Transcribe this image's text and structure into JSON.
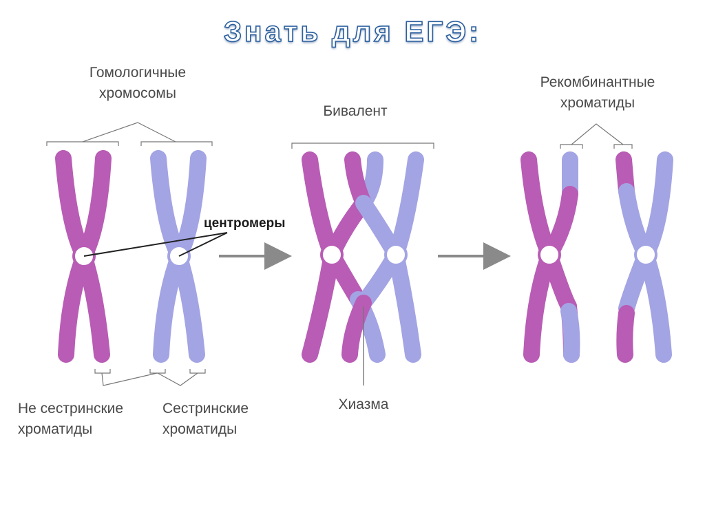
{
  "title": "Знать для ЕГЭ:",
  "labels": {
    "homologous_line1": "Гомологичные",
    "homologous_line2": "хромосомы",
    "centromeres": "центромеры",
    "bivalent": "Бивалент",
    "recombinant_line1": "Рекомбинантные",
    "recombinant_line2": "хроматиды",
    "non_sister_line1": "Не сестринские",
    "non_sister_line2": "хроматиды",
    "sister_line1": "Сестринские",
    "sister_line2": "хроматиды",
    "chiasma": "Хиазма"
  },
  "colors": {
    "magenta": "#b95cb5",
    "lavender": "#a3a4e4",
    "arrow": "#8a8a8a",
    "title_stroke": "#2b5f9e"
  }
}
